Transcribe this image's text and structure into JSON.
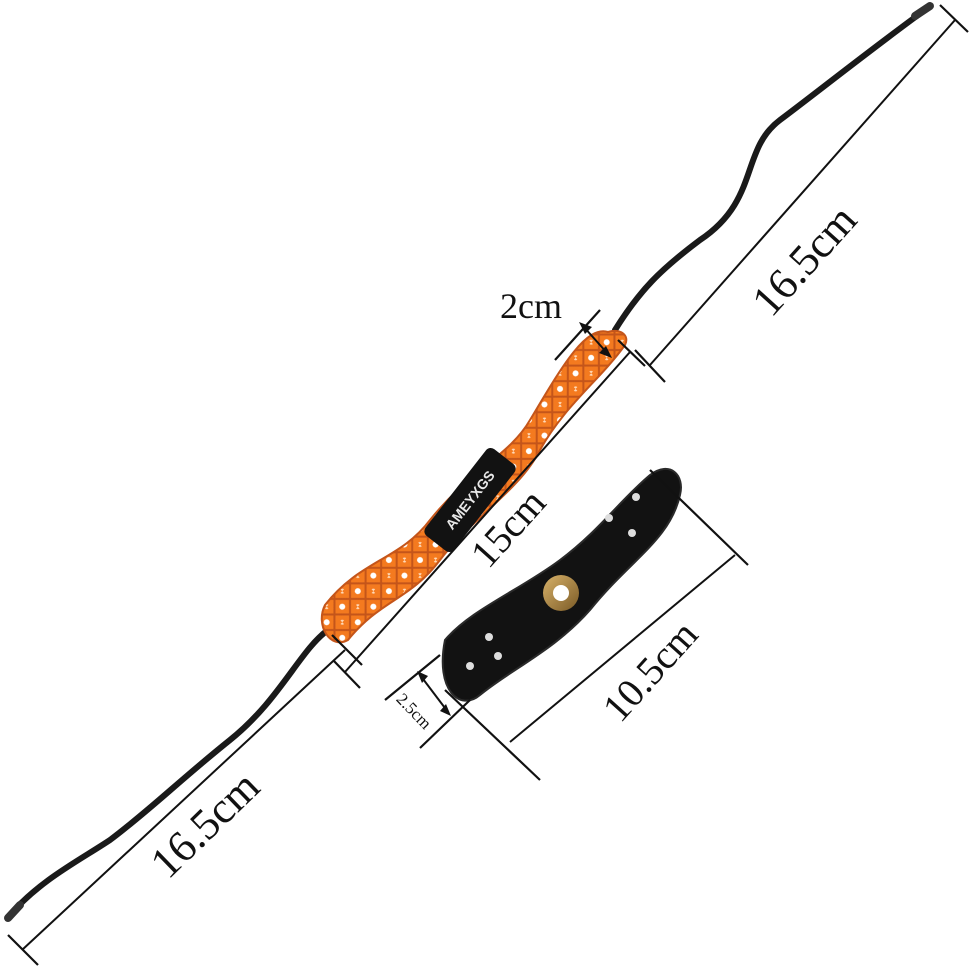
{
  "product": {
    "brand_tag": "AMEYXGS",
    "cord_color": "#1a1a1a",
    "weave_color": "#f47a1f",
    "plate_color": "#121212",
    "grommet_color": "#a8823a"
  },
  "dimensions": {
    "cord_top": "16.5cm",
    "cord_bottom": "16.5cm",
    "wrap_length": "15cm",
    "wrap_width": "2cm",
    "pad_length": "10.5cm",
    "pad_width": "2.5cm"
  }
}
